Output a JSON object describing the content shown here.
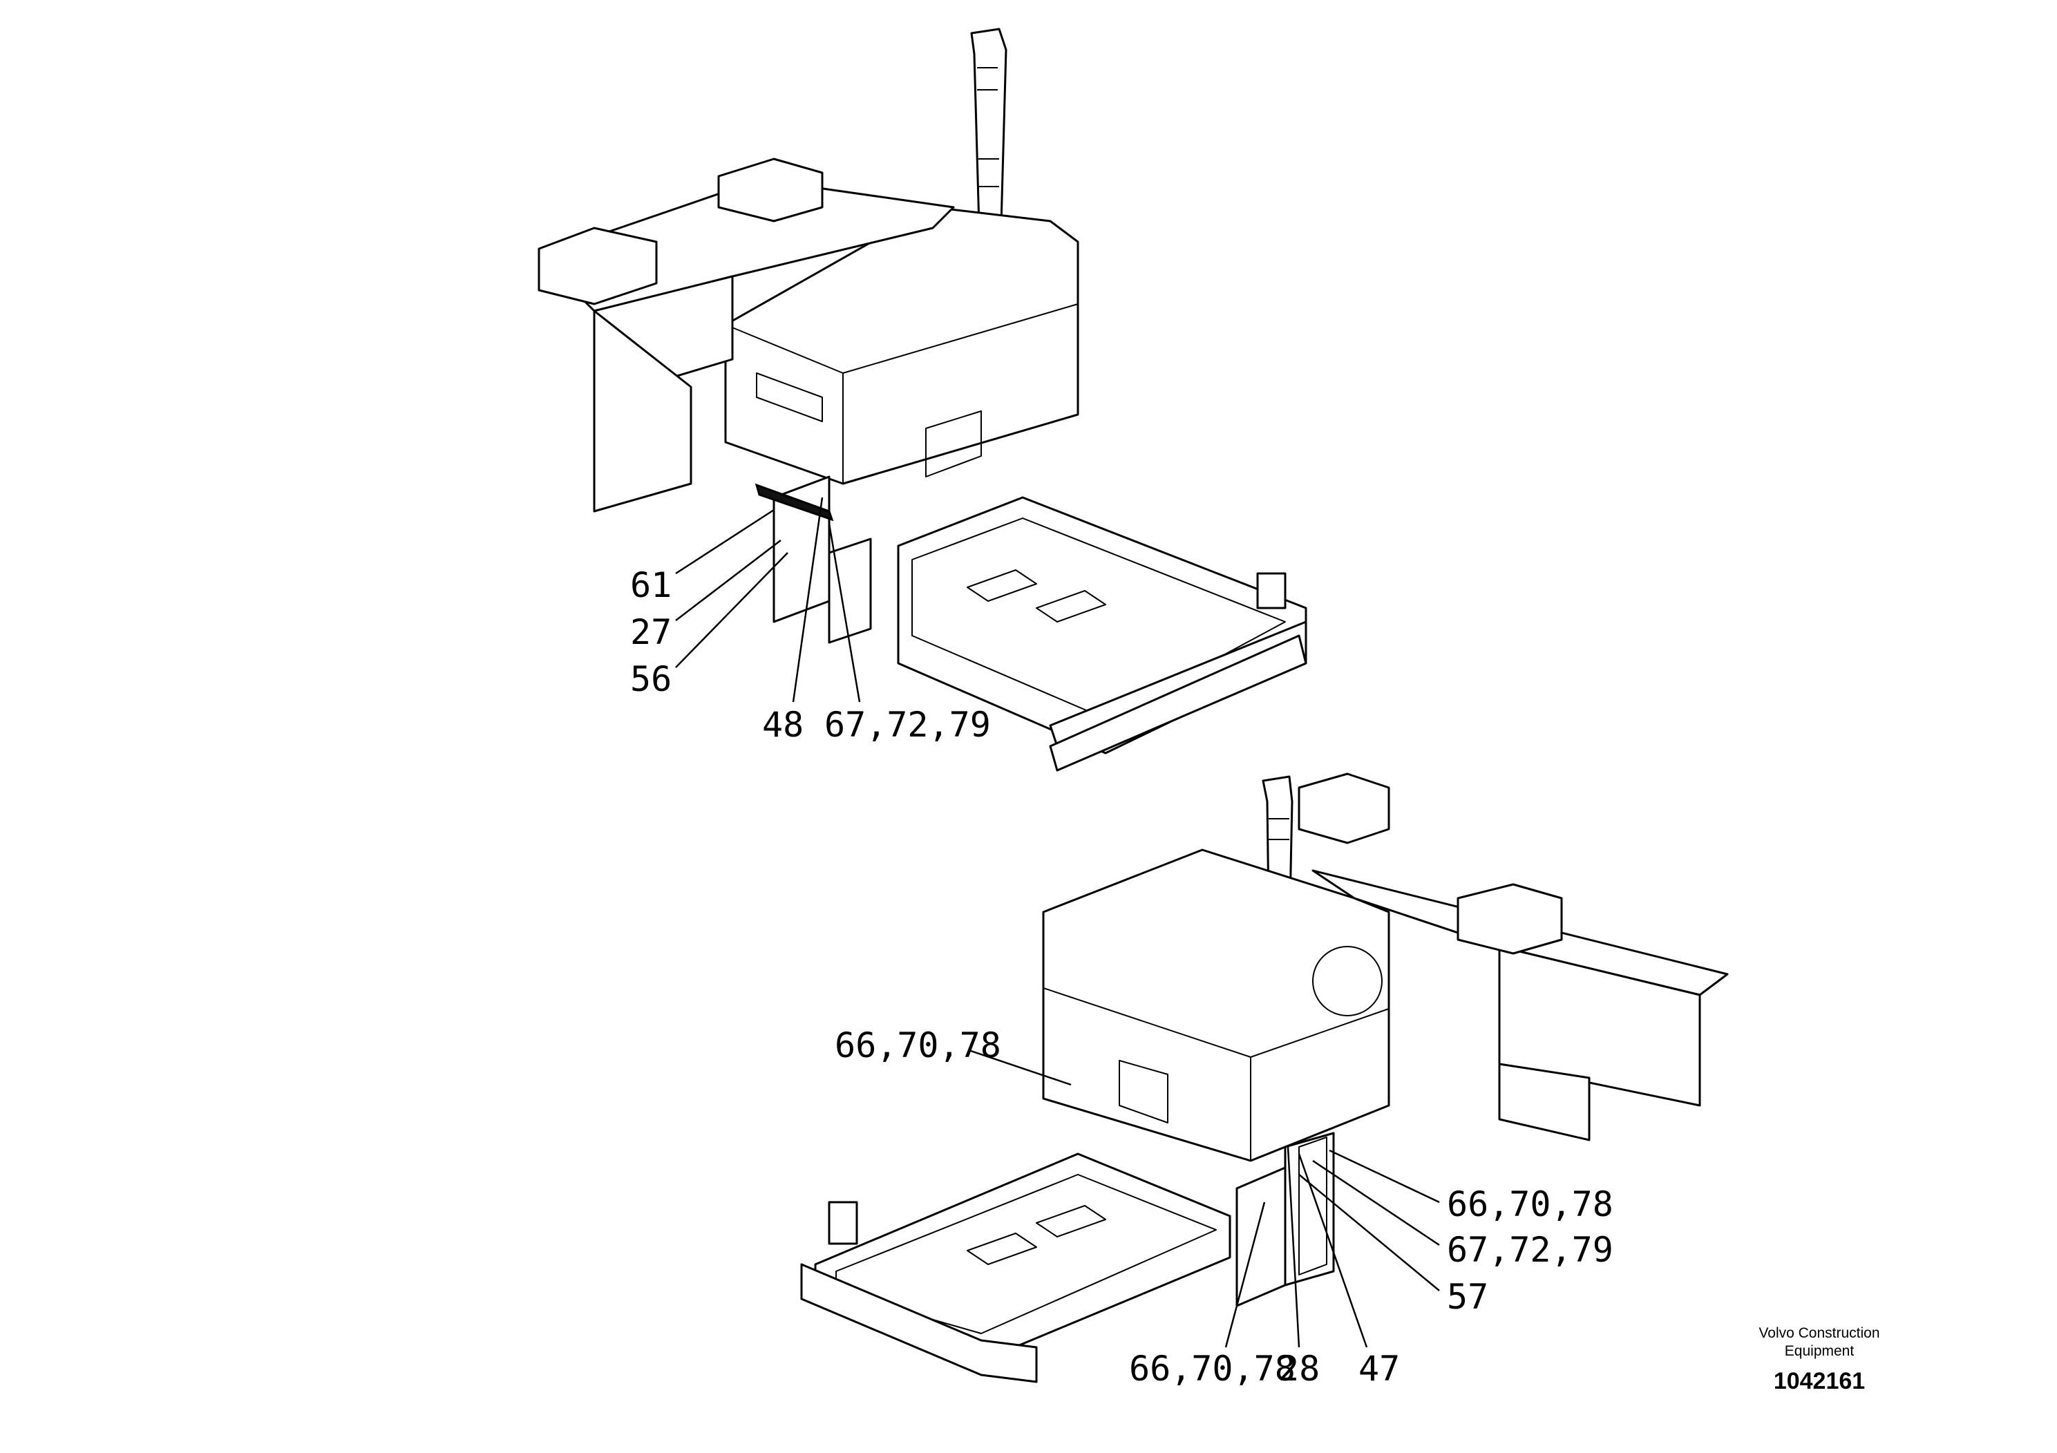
{
  "top_view": {
    "callouts": [
      {
        "id": "61",
        "text": "61"
      },
      {
        "id": "27",
        "text": "27"
      },
      {
        "id": "56",
        "text": "56"
      },
      {
        "id": "48",
        "text": "48"
      },
      {
        "id": "67-72-79",
        "text": "67,72,79"
      }
    ]
  },
  "bottom_view": {
    "callouts": [
      {
        "id": "66-70-78-left",
        "text": "66,70,78"
      },
      {
        "id": "66-70-78-right",
        "text": "66,70,78"
      },
      {
        "id": "67-72-79",
        "text": "67,72,79"
      },
      {
        "id": "57",
        "text": "57"
      },
      {
        "id": "66-70-78-bottom",
        "text": "66,70,78"
      },
      {
        "id": "28",
        "text": "28"
      },
      {
        "id": "47",
        "text": "47"
      }
    ]
  },
  "footer": {
    "brand_line1": "Volvo Construction",
    "brand_line2": "Equipment",
    "document_number": "1042161"
  }
}
